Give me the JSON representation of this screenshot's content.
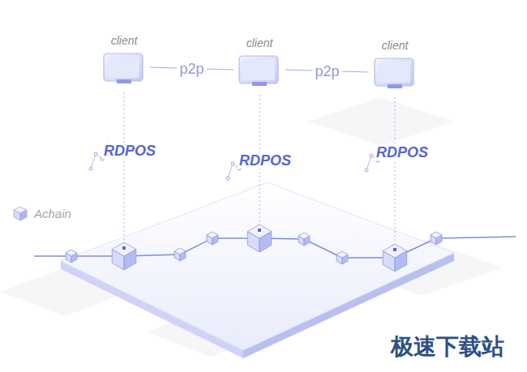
{
  "diagram": {
    "nodes": [
      {
        "text": [
          "client"
        ]
      },
      {
        "text": [
          "client"
        ]
      },
      {
        "text": [
          "client"
        ]
      }
    ],
    "edges": [
      {
        "from": 0,
        "to": 1,
        "label": "p2p",
        "arrow": "none"
      },
      {
        "from": 1,
        "to": 2,
        "label": "p2p",
        "arrow": "none"
      }
    ],
    "labels": [
      "RDPOS",
      "RDPOS",
      "RDPOS",
      "极速下载站"
    ],
    "legend": [
      {
        "text": "Achain"
      }
    ]
  }
}
